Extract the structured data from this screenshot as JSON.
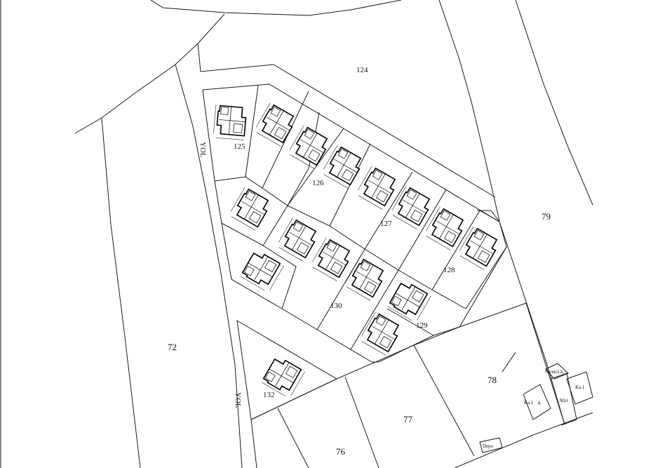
{
  "map": {
    "road_label": "YOL",
    "parcels": {
      "p124": "124",
      "p125": "125",
      "p126": "126",
      "p127": "127",
      "p128": "128",
      "p129": "129",
      "p130": "130",
      "p132": "132",
      "p72": "72",
      "p76": "76",
      "p77": "77",
      "p78": "78",
      "p79": "79"
    },
    "small_labels": {
      "sarnic": "SarnicLk",
      "ka1_left": "Ka.1",
      "ka1_left_letter": "A",
      "ka1_right": "Ka.1",
      "ahir": "Ahir",
      "depo": "Depo"
    },
    "building_count": 15
  }
}
